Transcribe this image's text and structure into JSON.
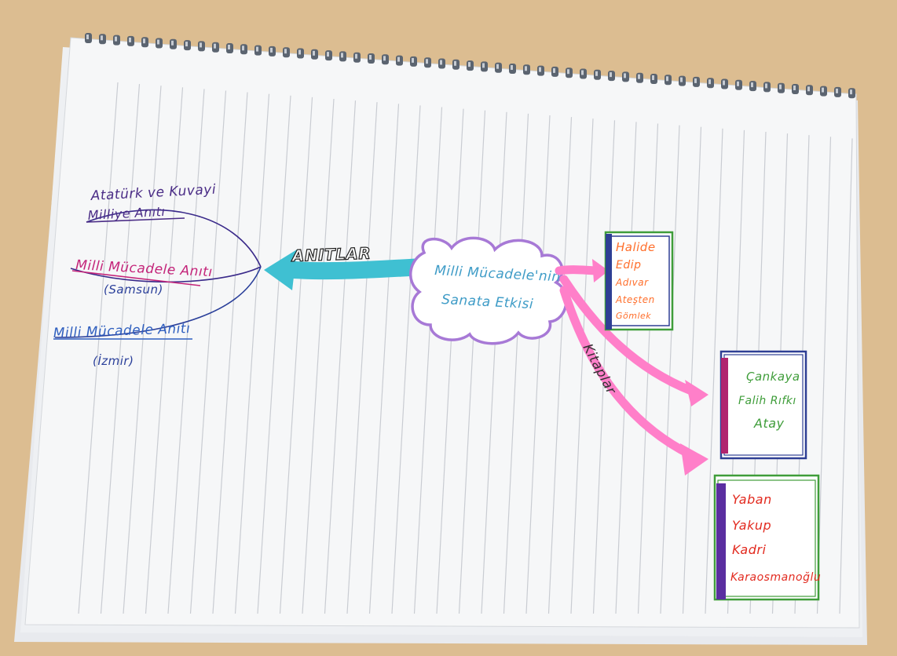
{
  "center_topic": {
    "line1": "Milli Mücadele'nin",
    "line2": "Sanata Etkisi"
  },
  "branch_labels": {
    "monuments": "ANITLAR",
    "books": "Kitaplar"
  },
  "monuments": [
    {
      "line1": "Atatürk ve Kuvayi",
      "line2": "Milliye Anıtı"
    },
    {
      "line1": "Milli Mücadele Anıtı",
      "line2": "(Samsun)"
    },
    {
      "line1": "Milli Mücadele Anıtı",
      "line2": "(İzmir)"
    }
  ],
  "books": [
    {
      "lines": [
        "Halide",
        "Edip",
        "Adıvar",
        "Ateşten",
        "Gömlek"
      ]
    },
    {
      "lines": [
        "Çankaya",
        "Falih Rıfkı",
        "Atay"
      ]
    },
    {
      "lines": [
        "Yaban",
        "Yakup",
        "Kadri",
        "Karaosmanoğlu"
      ]
    }
  ],
  "colors": {
    "desk": "#dcbd91",
    "paper": "#f6f7f8",
    "ruled_line": "#c9ccd2",
    "monument_arrow": "#3fc0d2",
    "book_arrow": "#ff7fc9",
    "center_outline": "#a779d6",
    "center_text": "#3f9cc7",
    "monument_purple": "#4a2c86",
    "monument_pink": "#c4257a",
    "monument_blue": "#2f5fbf",
    "book_green": "#3f9d3a",
    "book_orange": "#ff6f2c",
    "book_red": "#e22a1f",
    "book_spine_purple": "#5a2ea0",
    "book_spine_blue": "#2e3f94",
    "book_spine_magenta": "#b0246f"
  }
}
